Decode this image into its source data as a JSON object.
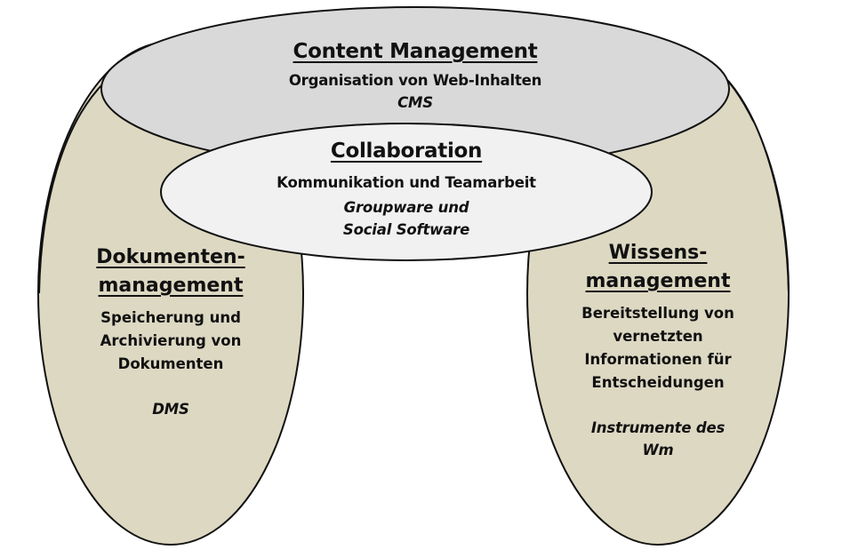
{
  "colors": {
    "side_fill": "#DDD8C2",
    "content_fill": "#D9D9D9",
    "collab_fill": "#F1F1F1",
    "outline": "#111111",
    "background": "#FFFFFF"
  },
  "content_management": {
    "title": "Content Management",
    "description": "Organisation von Web-Inhalten",
    "abbreviation": "CMS"
  },
  "collaboration": {
    "title": "Collaboration",
    "description": "Kommunikation und Teamarbeit",
    "tools": [
      "Groupware und",
      "Social Software"
    ]
  },
  "dokumentenmanagement": {
    "title_lines": [
      "Dokumenten-",
      "management"
    ],
    "description_lines": [
      "Speicherung und",
      "Archivierung von",
      "Dokumenten"
    ],
    "abbreviation": "DMS"
  },
  "wissensmanagement": {
    "title_lines": [
      "Wissens-",
      "management"
    ],
    "description_lines": [
      "Bereitstellung von",
      "vernetzten",
      "Informationen für",
      "Entscheidungen"
    ],
    "tools": [
      "Instrumente des",
      "Wm"
    ]
  }
}
